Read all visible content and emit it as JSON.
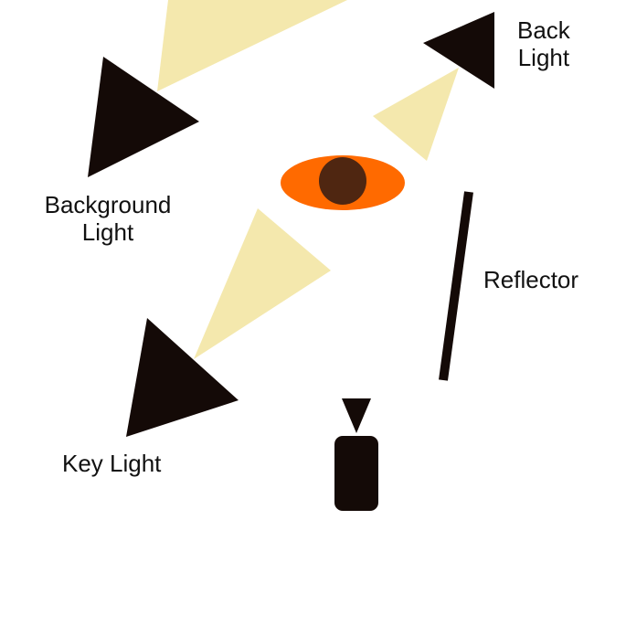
{
  "labels": {
    "back_light": [
      "Back",
      "Light"
    ],
    "background_light": [
      "Background",
      "Light"
    ],
    "reflector": "Reflector",
    "key_light": "Key Light"
  },
  "colors": {
    "light_body": "#140a07",
    "beam": "#f4e8ad",
    "subject_body": "#ff6a00",
    "subject_head": "#4f2611",
    "reflector": "#140a07",
    "camera": "#140a07"
  }
}
